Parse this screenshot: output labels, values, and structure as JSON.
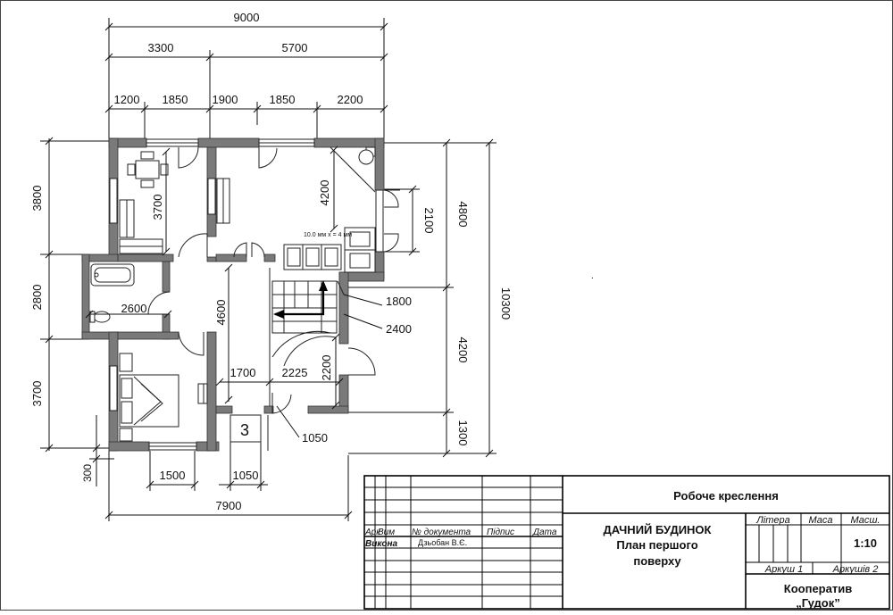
{
  "plan": {
    "dims_top": {
      "total": "9000",
      "left_block": "3300",
      "right_block": "5700",
      "d1": "1200",
      "d2": "1850",
      "d3": "1900",
      "d4": "1850",
      "d5": "2200"
    },
    "dims_left": {
      "d1": "3800",
      "d2": "2800",
      "d3": "3700",
      "d4": "300"
    },
    "dims_right": {
      "total": "10300",
      "upper": "4800",
      "lower": "4200",
      "bottom": "1300",
      "window": "2100"
    },
    "dims_bottom": {
      "total": "7900",
      "d1": "1500",
      "d2": "1050"
    },
    "dims_inner": {
      "room_height": "3700",
      "kitchen_depth": "4200",
      "bath_width": "2600",
      "hall_length": "4600",
      "hall_w1": "1700",
      "hall_w2": "2225",
      "stair_h": "2200",
      "stair_1": "1800",
      "stair_2": "2400",
      "porch": "1050"
    },
    "annotation": "10.0 мм х = 4 мм",
    "room_number": "3"
  },
  "title_block": {
    "drawing_type": "Робоче креслення",
    "project_line1": "ДАЧНИЙ БУДИНОК",
    "project_line2": "План першого",
    "project_line3": "поверху",
    "col_headers": [
      "Арк",
      "Вим",
      "№ документа",
      "Підпис",
      "Дата"
    ],
    "performed_label": "Викона",
    "performer": "Дзьобан В.Є.",
    "litera": "Літера",
    "mass": "Маса",
    "scale_label": "Масш.",
    "scale": "1:10",
    "sheet": "Аркуш 1",
    "sheets": "Аркушів 2",
    "org_line1": "Кооператив",
    "org_line2": "„Гудок”"
  }
}
